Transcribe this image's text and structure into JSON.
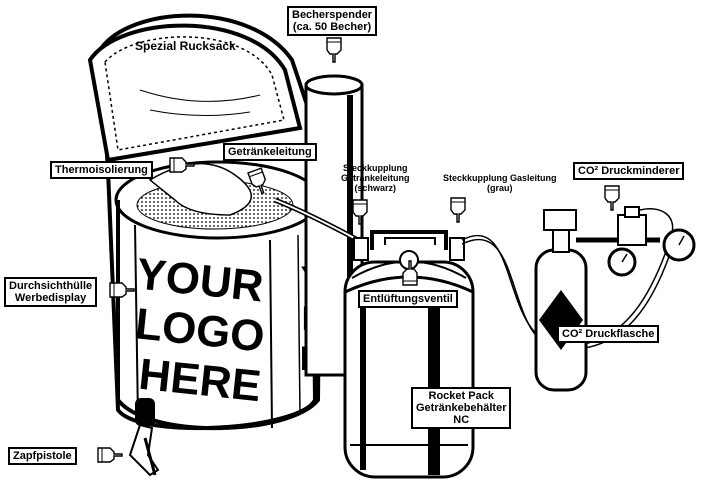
{
  "labels": {
    "rucksack": "Spezial Rucksack",
    "becherspender": [
      "Becherspender",
      "(ca. 50 Becher)"
    ],
    "getraenkeleitung": "Getränkeleitung",
    "thermoisolierung": "Thermoisolierung",
    "steckkupplung_getraenk": [
      "Steckkupplung",
      "Getränkeleitung",
      "(schwarz)"
    ],
    "steckkupplung_gas": [
      "Steckkupplung Gasleitung",
      "(grau)"
    ],
    "druckminderer": "CO² Druckminderer",
    "durchsichthuelle": [
      "Durchsichthülle",
      "Werbedisplay"
    ],
    "entlueftungsventil": "Entlüftungsventil",
    "druckflasche": "CO² Druckflasche",
    "rocket_pack": [
      "Rocket Pack",
      "Getränkebehälter",
      "NC"
    ],
    "zapfpistole": "Zapfpistole"
  },
  "logo": [
    "YOUR",
    "LOGO",
    "HERE"
  ],
  "logo_side": [
    "Y",
    "L",
    "H"
  ],
  "icons": {
    "pointer": "pointing-hand-icon"
  }
}
